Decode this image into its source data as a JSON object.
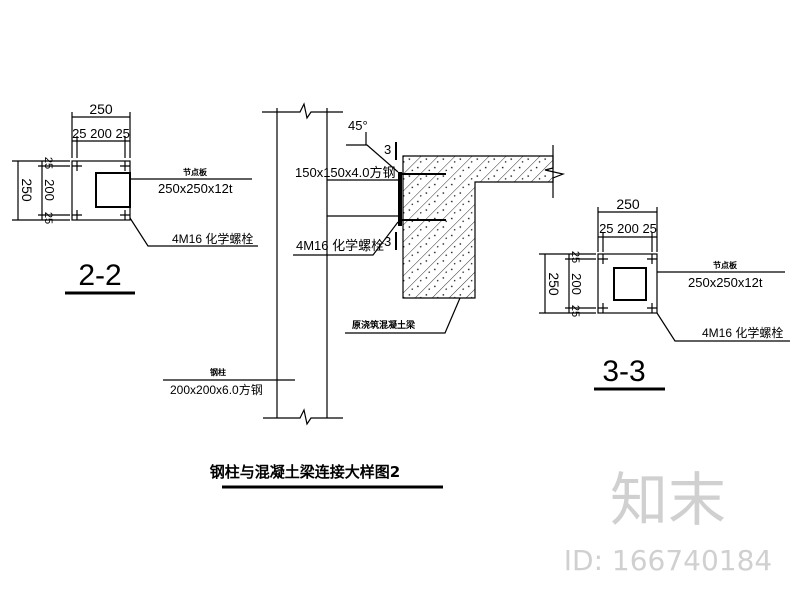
{
  "section_2_2": {
    "dim_total_h": "250",
    "dim_split_h": "25 200 25",
    "dim_total_v": "250",
    "dim_top": "25",
    "dim_mid": "200",
    "dim_bot": "25",
    "plate_label": "节点板",
    "plate_size": "250x250x12t",
    "bolt_label": "4M16 化学螺栓",
    "title": "2-2"
  },
  "elevation": {
    "angle": "45°",
    "section_mark_top": "3",
    "section_mark_bottom": "3",
    "tube_label": "150x150x4.0方钢",
    "bolt_label": "4M16 化学螺栓",
    "beam_label": "原浇筑混凝土梁",
    "column_label": "钢柱",
    "column_size": "200x200x6.0方钢"
  },
  "section_3_3": {
    "dim_total_h": "250",
    "dim_split_h": "25 200 25",
    "dim_total_v": "250",
    "dim_top": "25",
    "dim_mid": "200",
    "dim_bot": "25",
    "plate_label": "节点板",
    "plate_size": "250x250x12t",
    "bolt_label": "4M16 化学螺栓",
    "title": "3-3"
  },
  "drawing_title": "钢柱与混凝土梁连接大样图2",
  "watermark": {
    "brand": "知末",
    "id": "ID: 166740184"
  }
}
